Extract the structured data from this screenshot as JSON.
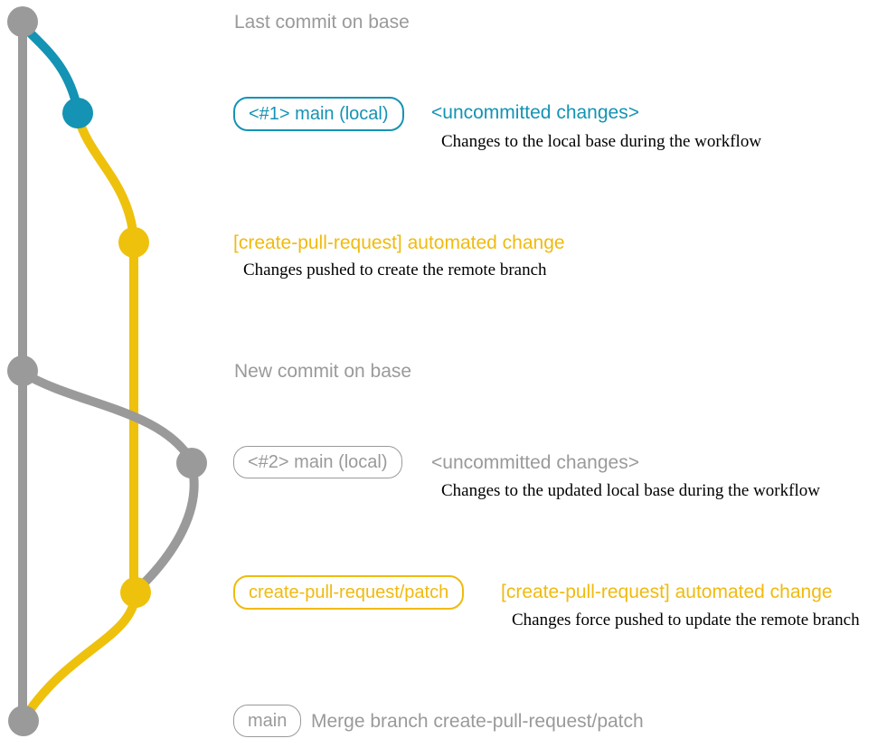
{
  "colors": {
    "gray": "#9a9a9a",
    "teal": "#1493b4",
    "yellow": "#eec10d",
    "yellow_text": "#f0ba0e"
  },
  "graph": {
    "branches": [
      {
        "name": "base",
        "color": "#9a9a9a"
      },
      {
        "name": "main (local)",
        "color": "#1493b4"
      },
      {
        "name": "create-pull-request/patch",
        "color": "#eec10d"
      }
    ],
    "commit_nodes": [
      "last-commit-on-base",
      "uncommitted-changes-1",
      "automated-change-1",
      "new-commit-on-base",
      "uncommitted-changes-2",
      "automated-change-2-force-push",
      "merge-commit"
    ]
  },
  "labels": {
    "last_commit": "Last commit on base",
    "row1": {
      "badge": "<#1> main (local)",
      "status": "<uncommitted changes>",
      "caption": "Changes to the local base during the workflow"
    },
    "row2": {
      "title": "[create-pull-request] automated change",
      "caption": "Changes pushed to create the remote branch"
    },
    "new_commit": "New commit on base",
    "row3": {
      "badge": "<#2> main (local)",
      "status": "<uncommitted changes>",
      "caption": "Changes to the updated local base during the workflow"
    },
    "row4": {
      "badge": "create-pull-request/patch",
      "title": "[create-pull-request] automated change",
      "caption": "Changes force pushed to update the remote branch"
    },
    "row5": {
      "badge": "main",
      "caption": "Merge branch create-pull-request/patch"
    }
  }
}
